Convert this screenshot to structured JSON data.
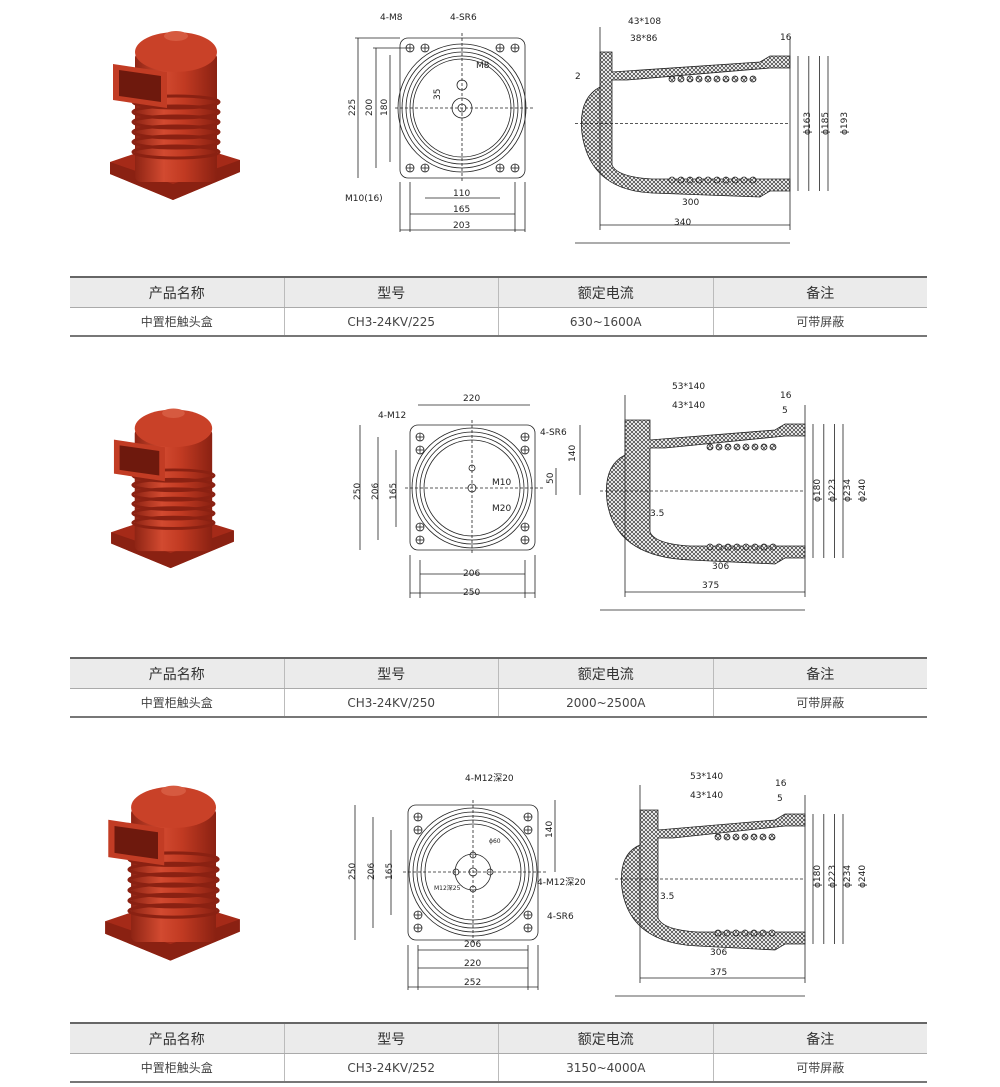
{
  "table_headers": [
    "产品名称",
    "型号",
    "额定电流",
    "备注"
  ],
  "colors": {
    "product_red": "#b83220",
    "header_bg": "#ebebeb"
  },
  "sections": [
    {
      "product": {
        "name": "中置柜触头盒",
        "model": "CH3-24KV/225",
        "current": "630~1600A",
        "note": "可带屏蔽"
      },
      "front": [
        "4-M8",
        "4-SR6",
        "M8",
        "35",
        "225",
        "200",
        "180",
        "M10(16)",
        "110",
        "165",
        "203"
      ],
      "side": [
        "43*108",
        "38*86",
        "16",
        "2",
        "ϕ163",
        "ϕ185",
        "ϕ193",
        "300",
        "340"
      ]
    },
    {
      "product": {
        "name": "中置柜触头盒",
        "model": "CH3-24KV/250",
        "current": "2000~2500A",
        "note": "可带屏蔽"
      },
      "front": [
        "220",
        "4-M12",
        "4-SR6",
        "140",
        "50",
        "M10",
        "M20",
        "250",
        "206",
        "165",
        "206",
        "250"
      ],
      "side": [
        "53*140",
        "43*140",
        "16",
        "5",
        "3.5",
        "ϕ180",
        "ϕ223",
        "ϕ234",
        "ϕ240",
        "306",
        "375"
      ]
    },
    {
      "product": {
        "name": "中置柜触头盒",
        "model": "CH3-24KV/252",
        "current": "3150~4000A",
        "note": "可带屏蔽"
      },
      "front": [
        "4-M12深20",
        "140",
        "ϕ60",
        "M12深25",
        "4-M12深20",
        "4-SR6",
        "250",
        "206",
        "165",
        "206",
        "220",
        "252"
      ],
      "side": [
        "53*140",
        "43*140",
        "16",
        "5",
        "3.5",
        "ϕ180",
        "ϕ223",
        "ϕ234",
        "ϕ240",
        "306",
        "375"
      ]
    }
  ]
}
